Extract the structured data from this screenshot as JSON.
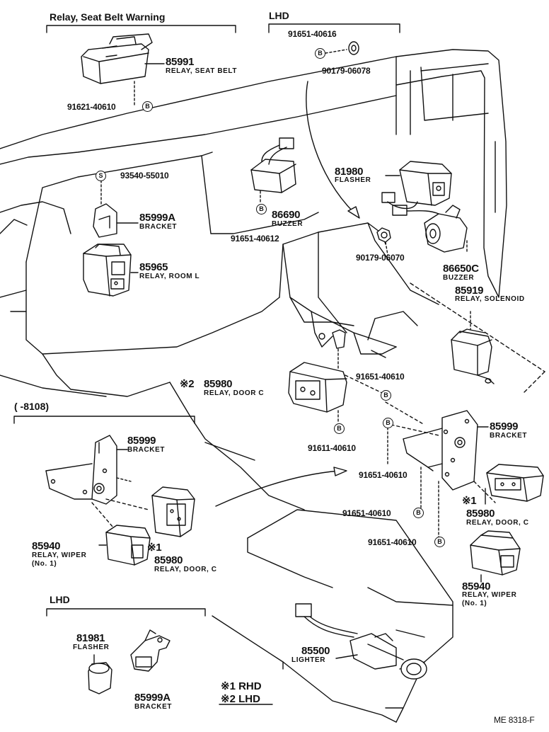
{
  "section_headers": {
    "seat_belt_warning": "Relay, Seat Belt Warning",
    "lhd_top": "LHD",
    "range_8108": "( -8108)",
    "lhd_bottom": "LHD"
  },
  "parts": {
    "relay_seat_belt": {
      "number": "85991",
      "name": "RELAY, SEAT BELT"
    },
    "bolt_91621_40610": {
      "number": "91621-40610",
      "symbol": "B"
    },
    "bolt_91651_40616": {
      "number": "91651-40616",
      "symbol": "B"
    },
    "nut_90179_06078": {
      "number": "90179-06078"
    },
    "screw_93540_55010": {
      "number": "93540-55010",
      "symbol": "S"
    },
    "bracket_85999A_top": {
      "number": "85999A",
      "name": "BRACKET"
    },
    "relay_room_l": {
      "number": "85965",
      "name": "RELAY, ROOM L"
    },
    "buzzer_86690": {
      "number": "86690",
      "name": "BUZZER"
    },
    "bolt_91651_40612": {
      "number": "91651-40612",
      "symbol": "B"
    },
    "flasher_81980": {
      "number": "81980",
      "name": "FLASHER"
    },
    "nut_90179_06070": {
      "number": "90179-06070"
    },
    "buzzer_86650C": {
      "number": "86650C",
      "name": "BUZZER"
    },
    "relay_solenoid": {
      "number": "85919",
      "name": "RELAY, SOLENOID"
    },
    "relay_door_c_center": {
      "mark": "※2",
      "number": "85980",
      "name": "RELAY, DOOR C"
    },
    "bolt_91651_40610_a": {
      "number": "91651-40610",
      "symbol": "B"
    },
    "bolt_91611_40610": {
      "number": "91611-40610",
      "symbol": "B"
    },
    "bracket_85999_left": {
      "number": "85999",
      "name": "BRACKET"
    },
    "relay_wiper_left": {
      "number": "85940",
      "name": "RELAY, WIPER",
      "sub": "(No. 1)"
    },
    "relay_door_c_left": {
      "mark": "※1",
      "number": "85980",
      "name": "RELAY, DOOR, C"
    },
    "bracket_85999_right": {
      "number": "85999",
      "name": "BRACKET"
    },
    "bolt_91651_40610_b": {
      "number": "91651-40610",
      "symbol": "B"
    },
    "bolt_91651_40610_c": {
      "number": "91651-40610",
      "symbol": "B"
    },
    "bolt_91651_40610_d": {
      "number": "91651-40610",
      "symbol": "B"
    },
    "relay_door_c_right": {
      "mark": "※1",
      "number": "85980",
      "name": "RELAY, DOOR, C"
    },
    "relay_wiper_right": {
      "number": "85940",
      "name": "RELAY, WIPER",
      "sub": "(No. 1)"
    },
    "lighter": {
      "number": "85500",
      "name": "LIGHTER"
    },
    "flasher_81981": {
      "number": "81981",
      "name": "FLASHER"
    },
    "bracket_85999A_bottom": {
      "number": "85999A",
      "name": "BRACKET"
    }
  },
  "legend": {
    "rhd": "※1 RHD",
    "lhd": "※2 LHD"
  },
  "figure_code": "ME  8318-F"
}
